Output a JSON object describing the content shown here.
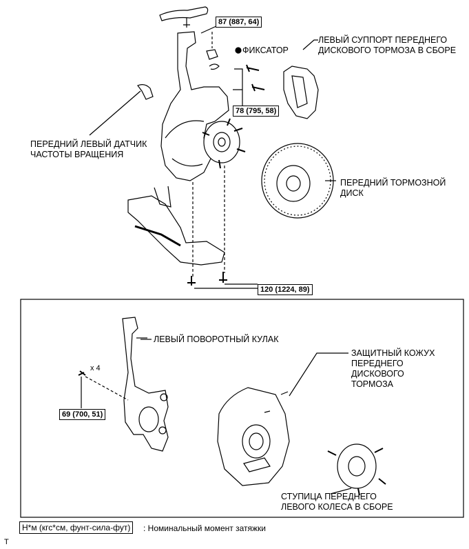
{
  "labels": {
    "caliper": "ЛЕВЫЙ СУППОРТ ПЕРЕДНЕГО\nДИСКОВОГО ТОРМОЗА В СБОРЕ",
    "retainer": "ФИКСАТОР",
    "speed_sensor": "ПЕРЕДНИЙ ЛЕВЫЙ ДАТЧИК\nЧАСТОТЫ ВРАЩЕНИЯ",
    "brake_disc": "ПЕРЕДНИЙ ТОРМОЗНОЙ\nДИСК",
    "steering_knuckle": "ЛЕВЫЙ ПОВОРОТНЫЙ КУЛАК",
    "dust_cover": "ЗАЩИТНЫЙ КОЖУХ\nПЕРЕДНЕГО\nДИСКОВОГО\nТОРМОЗА",
    "hub": "СТУПИЦА ПЕРЕДНЕГО\nЛЕВОГО КОЛЕСА В СБОРЕ",
    "qty": "x 4",
    "corner_mark": "T"
  },
  "torques": {
    "t87": "87 (887, 64)",
    "t78": "78 (795, 58)",
    "t120": "120 (1224, 89)",
    "t69": "69 (700, 51)"
  },
  "legend": {
    "box": "Н*м (кгс*см, фунт-сила-фут)",
    "text": ": Номинальный момент затяжки"
  }
}
